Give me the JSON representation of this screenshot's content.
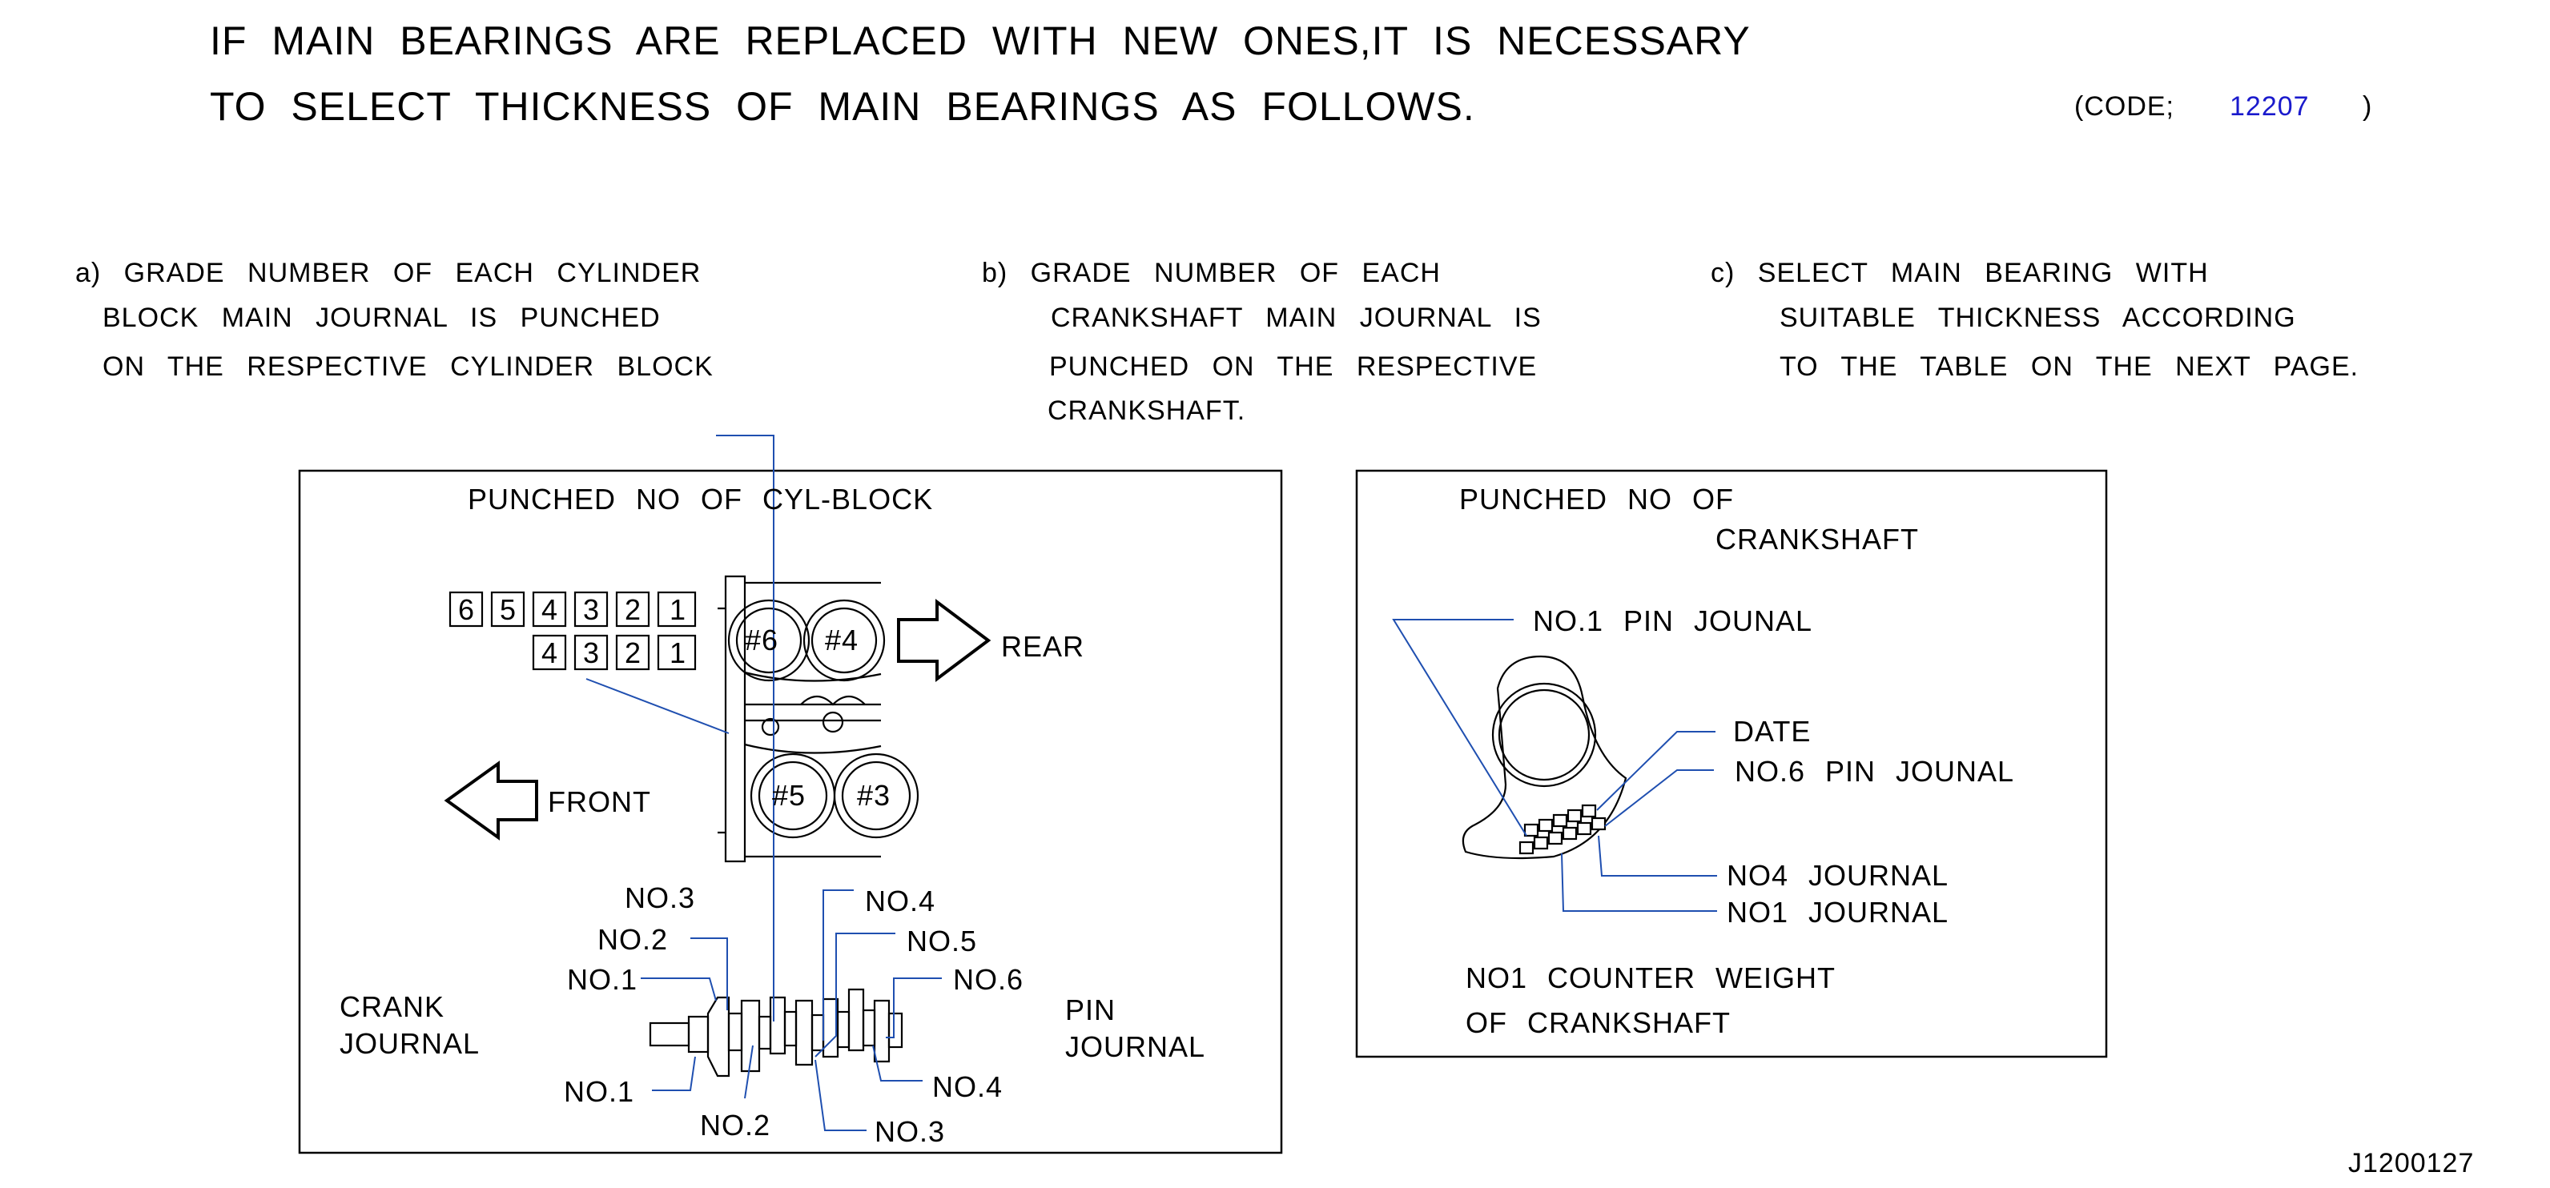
{
  "header": {
    "line1": "IF MAIN BEARINGS ARE REPLACED WITH NEW ONES,IT IS NECESSARY",
    "line2": "TO SELECT THICKNESS OF MAIN BEARINGS AS FOLLOWS.",
    "code_open": "(CODE;",
    "code_value": "12207",
    "code_close": ")"
  },
  "steps": {
    "a": [
      "a) GRADE NUMBER OF EACH CYLINDER",
      "BLOCK MAIN JOURNAL IS PUNCHED",
      "ON THE RESPECTIVE CYLINDER BLOCK"
    ],
    "b": [
      "b) GRADE NUMBER OF EACH",
      "CRANKSHAFT MAIN JOURNAL IS",
      "PUNCHED ON THE RESPECTIVE",
      "CRANKSHAFT."
    ],
    "c": [
      "c) SELECT MAIN BEARING WITH",
      "SUITABLE THICKNESS ACCORDING",
      "TO THE TABLE ON THE NEXT PAGE."
    ]
  },
  "left_panel": {
    "title": "PUNCHED NO OF CYL-BLOCK",
    "row1": [
      "6",
      "5",
      "4",
      "3",
      "2",
      "1"
    ],
    "row2": [
      "4",
      "3",
      "2",
      "1"
    ],
    "cylinders": [
      "#6",
      "#4",
      "#5",
      "#3"
    ],
    "rear": "REAR",
    "front": "FRONT",
    "crank_journal": [
      "CRANK",
      "JOURNAL"
    ],
    "pin_journal": [
      "PIN",
      "JOURNAL"
    ],
    "upper_labels": [
      "NO.3",
      "NO.4",
      "NO.2",
      "NO.5",
      "NO.1",
      "NO.6"
    ],
    "lower_labels": [
      "NO.1",
      "NO.4",
      "NO.2",
      "NO.3"
    ]
  },
  "right_panel": {
    "title1": "PUNCHED NO OF",
    "title2": "CRANKSHAFT",
    "pin1": "NO.1 PIN JOUNAL",
    "date": "DATE",
    "pin6": "NO.6 PIN JOUNAL",
    "no4": "NO4 JOURNAL",
    "no1": "NO1 JOURNAL",
    "counter1": "NO1 COUNTER WEIGHT",
    "counter2": "OF CRANKSHAFT"
  },
  "figure_id": "J1200127"
}
